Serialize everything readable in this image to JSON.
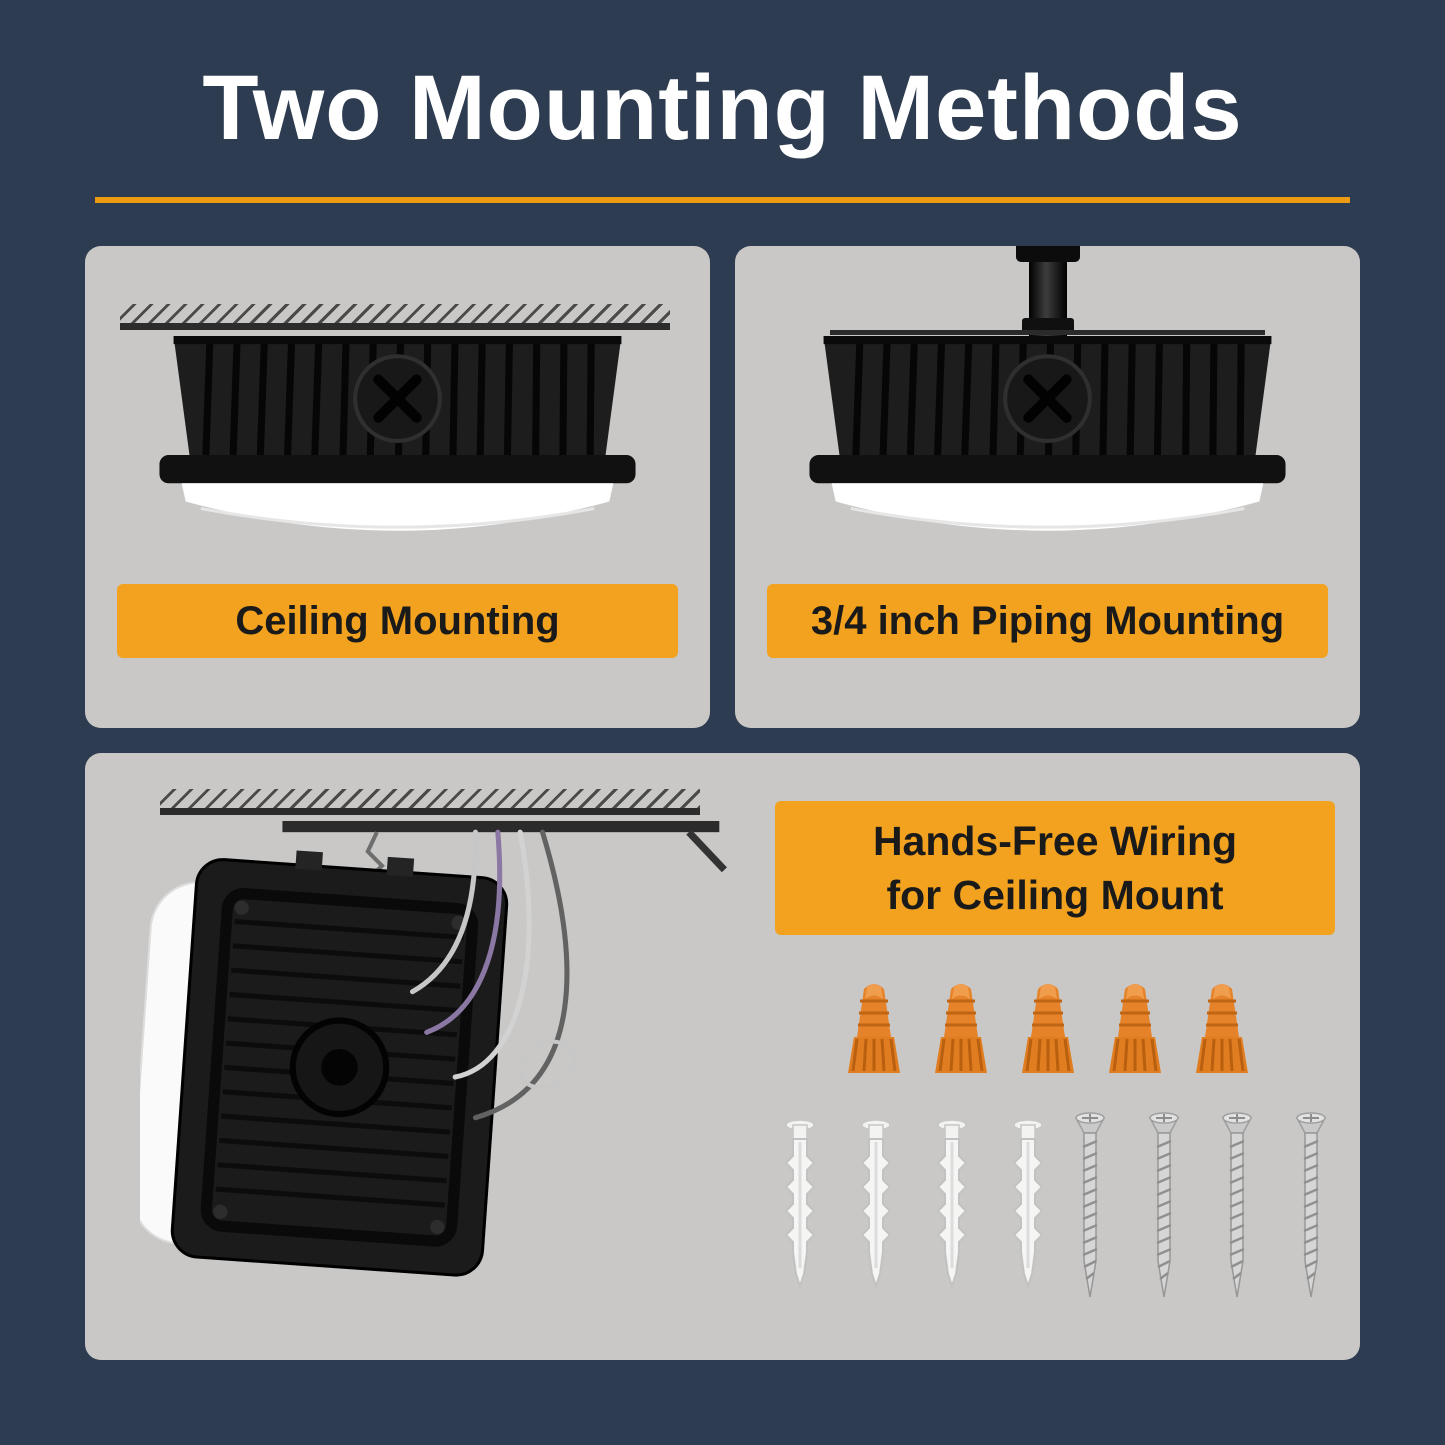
{
  "header": {
    "title": "Two Mounting Methods"
  },
  "panels": {
    "ceiling": {
      "label": "Ceiling Mounting",
      "illustration": "canopy-light-ceiling-mounted"
    },
    "piping": {
      "label": "3/4 inch Piping Mounting",
      "illustration": "canopy-light-pipe-mounted"
    },
    "wiring": {
      "label_line1": "Hands-Free Wiring",
      "label_line2": "for Ceiling Mount",
      "illustration": "canopy-light-side-view-with-wires"
    }
  },
  "hardware": {
    "wire_nuts": {
      "icon": "wire-nut-icon",
      "count": 5,
      "color": "#e6832a"
    },
    "anchors": {
      "icon": "wall-anchor-icon",
      "count": 4,
      "color": "#f5f5f3"
    },
    "screws": {
      "icon": "screw-icon",
      "count": 4,
      "color": "#d6d6d6"
    }
  },
  "colors": {
    "background": "#2d3c50",
    "panel": "#cac8c6",
    "accent": "#f2a21f",
    "divider": "#ec9a10",
    "label_text": "#1a1a1a",
    "title": "#ffffff"
  }
}
